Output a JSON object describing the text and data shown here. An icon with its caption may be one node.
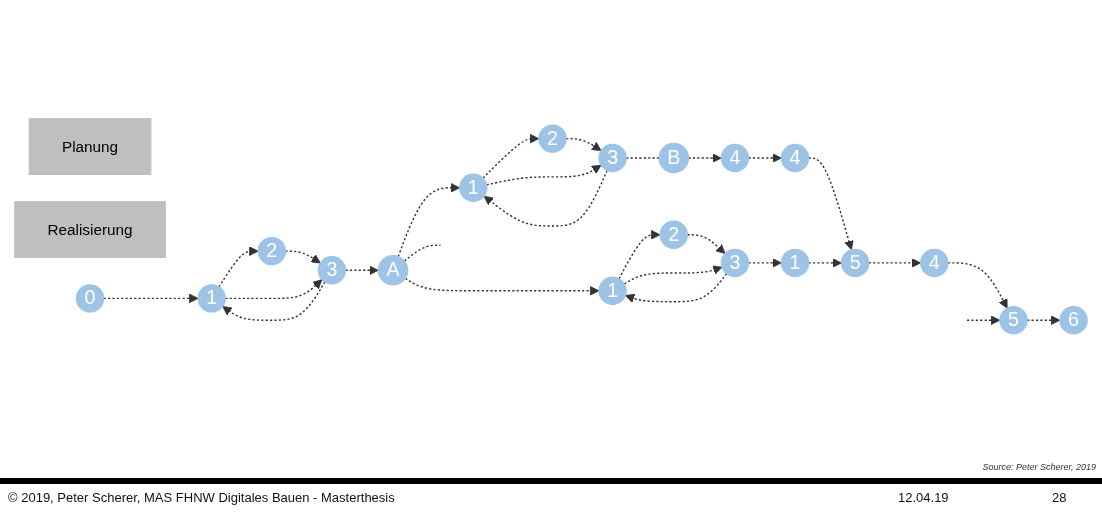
{
  "diagram": {
    "nodes": [
      {
        "text": [
          "Planung"
        ]
      },
      {
        "text": [
          "Realisierung"
        ]
      },
      {
        "text": [
          "0"
        ]
      },
      {
        "text": [
          "1"
        ]
      },
      {
        "text": [
          "2"
        ]
      },
      {
        "text": [
          "3"
        ]
      },
      {
        "text": [
          "A"
        ]
      },
      {
        "text": [
          "1"
        ]
      },
      {
        "text": [
          "2"
        ]
      },
      {
        "text": [
          "3"
        ]
      },
      {
        "text": [
          "B"
        ]
      },
      {
        "text": [
          "4"
        ]
      },
      {
        "text": [
          "4"
        ]
      },
      {
        "text": [
          "5"
        ]
      },
      {
        "text": [
          "4"
        ]
      },
      {
        "text": [
          "5"
        ]
      },
      {
        "text": [
          "6"
        ]
      },
      {
        "text": [
          "1"
        ]
      },
      {
        "text": [
          "2"
        ]
      },
      {
        "text": [
          "3"
        ]
      },
      {
        "text": [
          "1"
        ]
      }
    ],
    "edges": [
      {
        "from": 2,
        "to": 3,
        "arrow": "to",
        "style": "dashed"
      },
      {
        "from": 3,
        "to": 4,
        "arrow": "to",
        "style": "dashed"
      },
      {
        "from": 4,
        "to": 5,
        "arrow": "to",
        "style": "dashed"
      },
      {
        "from": 5,
        "to": 3,
        "arrow": "to",
        "style": "dashed"
      },
      {
        "from": 3,
        "to": 5,
        "arrow": "to",
        "style": "dashed"
      },
      {
        "from": 5,
        "to": 6,
        "arrow": "to",
        "style": "dashed"
      },
      {
        "from": 6,
        "to": 7,
        "arrow": "to",
        "style": "dashed"
      },
      {
        "from": 6,
        "to": 17,
        "arrow": "to",
        "style": "dashed"
      },
      {
        "from": 6,
        "to": null,
        "arrow": "none",
        "style": "dashed"
      },
      {
        "from": 7,
        "to": 8,
        "arrow": "to",
        "style": "dashed"
      },
      {
        "from": 8,
        "to": 9,
        "arrow": "to",
        "style": "dashed"
      },
      {
        "from": 9,
        "to": 7,
        "arrow": "to",
        "style": "dashed"
      },
      {
        "from": 7,
        "to": 9,
        "arrow": "to",
        "style": "dashed"
      },
      {
        "from": 9,
        "to": 10,
        "arrow": "none",
        "style": "dashed"
      },
      {
        "from": 10,
        "to": 11,
        "arrow": "to",
        "style": "dashed"
      },
      {
        "from": 11,
        "to": 12,
        "arrow": "to",
        "style": "dashed"
      },
      {
        "from": 12,
        "to": 13,
        "arrow": "to",
        "style": "dashed"
      },
      {
        "from": 13,
        "to": 14,
        "arrow": "to",
        "style": "dashed"
      },
      {
        "from": 14,
        "to": 15,
        "arrow": "to",
        "style": "dashed"
      },
      {
        "from": 15,
        "to": 16,
        "arrow": "to",
        "style": "dashed"
      },
      {
        "from": 17,
        "to": 18,
        "arrow": "to",
        "style": "dashed"
      },
      {
        "from": 18,
        "to": 19,
        "arrow": "to",
        "style": "dashed"
      },
      {
        "from": 19,
        "to": 17,
        "arrow": "to",
        "style": "dashed"
      },
      {
        "from": 17,
        "to": 19,
        "arrow": "to",
        "style": "dashed"
      },
      {
        "from": 19,
        "to": 20,
        "arrow": "to",
        "style": "dashed"
      },
      {
        "from": 20,
        "to": 13,
        "arrow": "to",
        "style": "dashed"
      },
      {
        "from": null,
        "to": 15,
        "arrow": "to",
        "style": "dashed"
      }
    ],
    "labels": [
      "Source: Peter Scherer, 2019",
      "© 2019, Peter Scherer, MAS FHNW Digitales Bauen - Masterthesis",
      "12.04.19",
      "28"
    ]
  }
}
